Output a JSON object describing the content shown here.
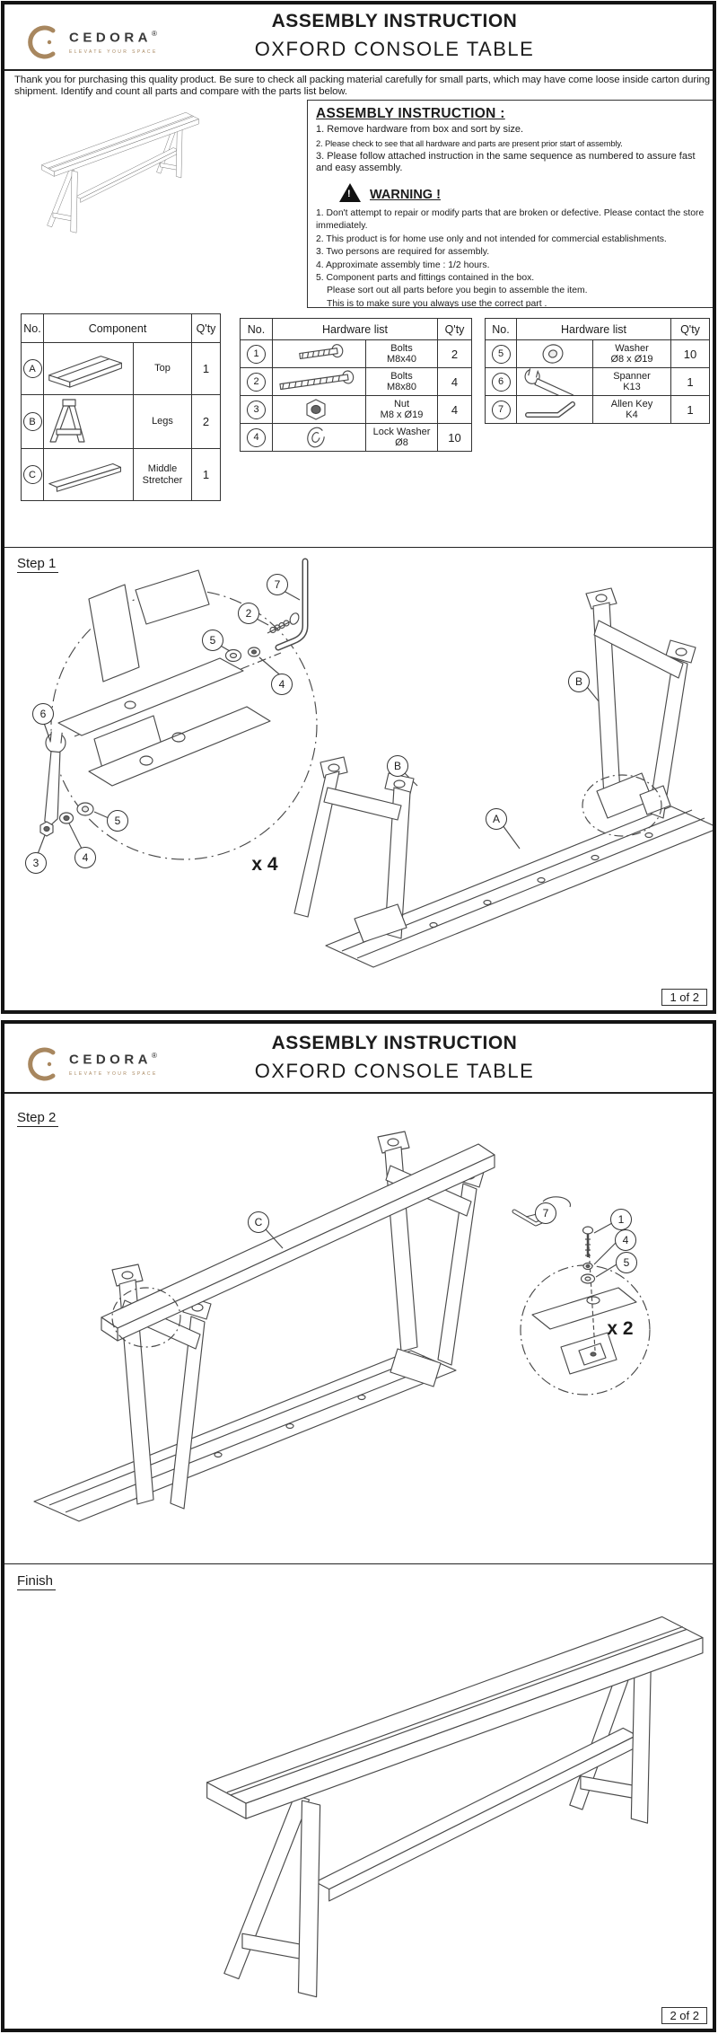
{
  "brand": {
    "name": "CEDORA",
    "registered": "®",
    "tagline": "ELEVATE YOUR SPACE",
    "accent_color": "#a8875f"
  },
  "header": {
    "title": "ASSEMBLY INSTRUCTION",
    "subtitle": "OXFORD CONSOLE TABLE"
  },
  "intro": "Thank you for purchasing this quality product. Be sure to check all packing material carefully for small parts, which may have come loose inside carton during shipment. Identify and count all parts and compare with the parts list below.",
  "assembly_box": {
    "title": "ASSEMBLY INSTRUCTION :",
    "steps": [
      "1. Remove hardware from box and sort by size.",
      "2. Please check to see that all hardware and parts are present prior start of assembly.",
      "3. Please follow attached instruction in the same sequence as numbered to assure fast and easy assembly."
    ],
    "warning_title": "WARNING !",
    "warning_mark": "!",
    "warnings": [
      "1. Don't attempt to repair or modify parts that are broken or defective. Please contact the store immediately.",
      "2. This product is for home use  only and not intended for commercial establishments.",
      "3. Two persons are required for assembly.",
      "4. Approximate assembly time : 1/2 hours.",
      "5. Component parts and fittings contained in the box.",
      "Please sort out all parts before you begin to assemble the item.",
      "This is to make sure  you always use the correct part ."
    ]
  },
  "component_table": {
    "header_no": "No.",
    "header_name": "Component",
    "header_qty": "Q'ty",
    "rows": [
      {
        "no": "A",
        "name": "Top",
        "qty": "1"
      },
      {
        "no": "B",
        "name": "Legs",
        "qty": "2"
      },
      {
        "no": "C",
        "name": "Middle Stretcher",
        "qty": "1"
      }
    ]
  },
  "hardware_table_1": {
    "header_no": "No.",
    "header_name": "Hardware list",
    "header_qty": "Q'ty",
    "rows": [
      {
        "no": "1",
        "line1": "Bolts",
        "line2": "M8x40",
        "qty": "2"
      },
      {
        "no": "2",
        "line1": "Bolts",
        "line2": "M8x80",
        "qty": "4"
      },
      {
        "no": "3",
        "line1": "Nut",
        "line2": "M8 x Ø19",
        "qty": "4"
      },
      {
        "no": "4",
        "line1": "Lock Washer",
        "line2": "Ø8",
        "qty": "10"
      }
    ]
  },
  "hardware_table_2": {
    "header_no": "No.",
    "header_name": "Hardware list",
    "header_qty": "Q'ty",
    "rows": [
      {
        "no": "5",
        "line1": "Washer",
        "line2": "Ø8 x Ø19",
        "qty": "10"
      },
      {
        "no": "6",
        "line1": "Spanner",
        "line2": "K13",
        "qty": "1"
      },
      {
        "no": "7",
        "line1": "Allen Key",
        "line2": "K4",
        "qty": "1"
      }
    ]
  },
  "step1": {
    "label": "Step 1",
    "multiplier": "x 4",
    "callouts": {
      "allen_key": "7",
      "bolt": "2",
      "washer_top": "5",
      "lock_washer_top": "4",
      "spanner": "6",
      "nut": "3",
      "lock_washer_bottom": "4",
      "washer_bottom": "5",
      "leg_right": "B",
      "leg_left": "B",
      "top_panel": "A"
    }
  },
  "step2": {
    "label": "Step 2",
    "multiplier": "x 2",
    "callouts": {
      "stretcher": "C",
      "allen_key": "7",
      "bolt": "1",
      "lock_washer": "4",
      "washer": "5"
    }
  },
  "finish": {
    "label": "Finish"
  },
  "page1": {
    "number": "1 of 2"
  },
  "page2": {
    "number": "2 of 2"
  }
}
